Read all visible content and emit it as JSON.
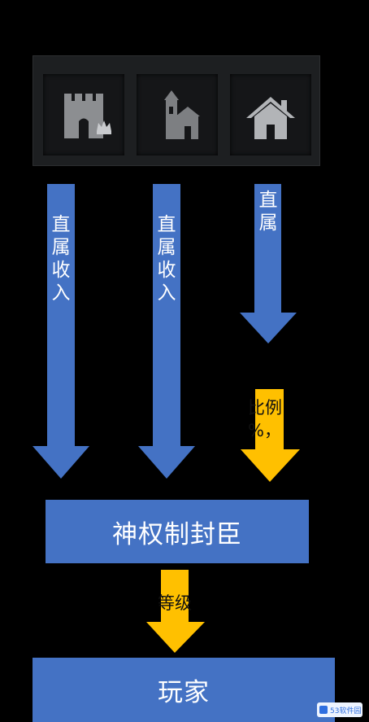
{
  "icons": {
    "castle": "castle-with-crown-icon",
    "church": "church-icon",
    "house": "house-icon"
  },
  "labels": {
    "castle_income": "直属收入",
    "church_income": "直属收入",
    "house_direct": "直属",
    "ratio_fragment": "比例",
    "percent_fragment": "%，",
    "grade_fragment": "等级"
  },
  "boxes": {
    "vassal": "神权制封臣",
    "player": "玩家"
  },
  "colors": {
    "arrow_blue": "#4472c4",
    "arrow_gold": "#ffc000",
    "icon_gray": "#8f9194"
  },
  "watermark": "53软件园"
}
